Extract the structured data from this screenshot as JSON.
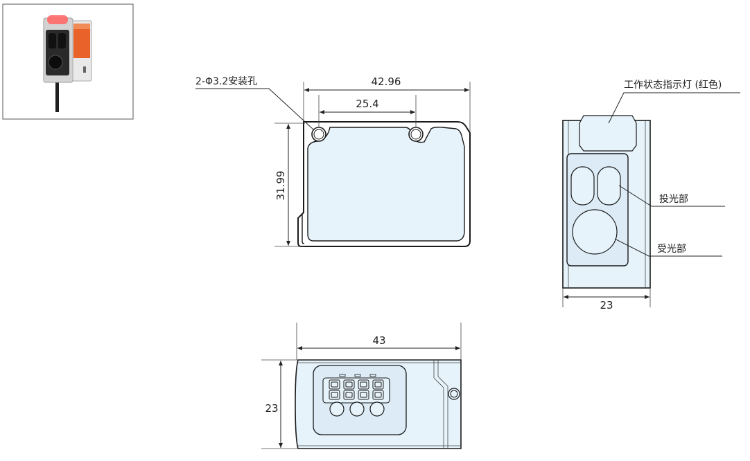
{
  "colors": {
    "line": "#222222",
    "body_fill": "#e6f3fb",
    "panel_fill": "#dcebf5",
    "photo_body": "#d8d8d8",
    "photo_label": "#e8622a",
    "photo_led": "#ff6a6a"
  },
  "top_view": {
    "hole_label": "2-Φ3.2安装孔",
    "width_total": "42.96",
    "hole_spacing": "25.4",
    "height": "31.99"
  },
  "side_view": {
    "indicator_label": "工作状态指示灯 (红色)",
    "emitter_label": "投光部",
    "receiver_label": "受光部",
    "width": "23"
  },
  "bottom_view": {
    "width": "43",
    "height": "23"
  },
  "photo": {
    "icon": "product-photo-icon"
  }
}
